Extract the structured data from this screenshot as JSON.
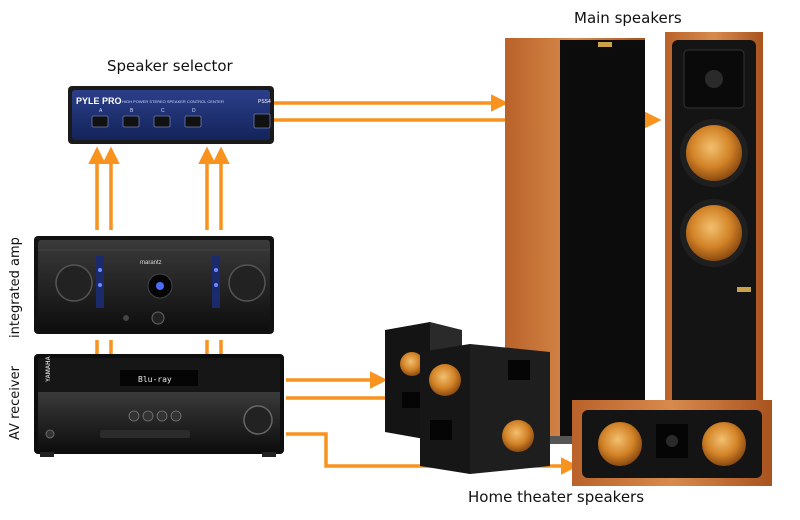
{
  "labels": {
    "speaker_selector": "Speaker selector",
    "main_speakers": "Main speakers",
    "home_theater_speakers": "Home theater speakers",
    "integrated_amp": "integrated amp",
    "av_receiver": "AV receiver"
  },
  "devices": {
    "selector": {
      "brand": "PYLE PRO",
      "panel_text": "HIGH POWER STEREO SPEAKER CONTROL CENTER",
      "model": "PSS4",
      "channels": [
        "A",
        "B",
        "C",
        "D"
      ]
    },
    "amp": {
      "brand": "marantz"
    },
    "receiver": {
      "brand": "YAMAHA",
      "display_text": "Blu-ray"
    }
  },
  "colors": {
    "wire": "#f7931e",
    "wood": "#c8743c",
    "chassis": "#1a1a1a",
    "selector_panel": "#1c2f73",
    "woofer": "#d68a2a"
  }
}
